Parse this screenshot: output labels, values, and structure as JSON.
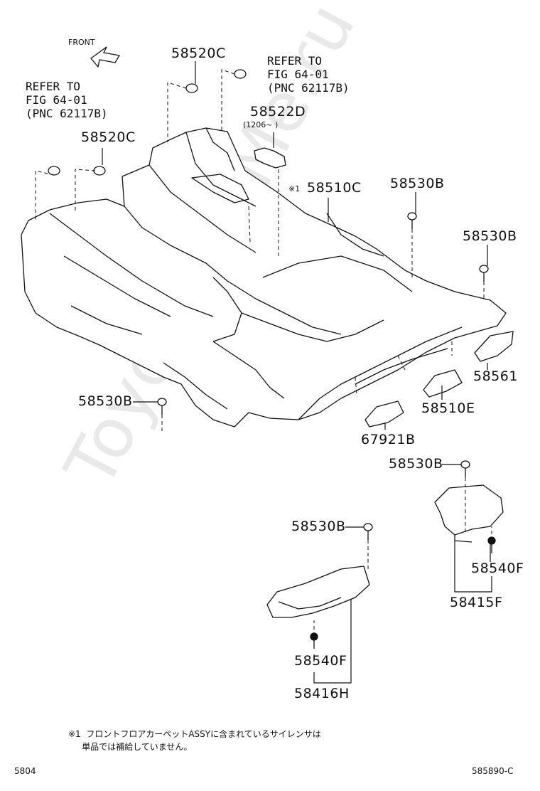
{
  "watermark": "ToyotaCarMe.ru",
  "front_label": "FRONT",
  "refer_left": "REFER TO\nFIG 64-01\n(PNC 62117B)",
  "refer_right": "REFER TO\nFIG 64-01\n(PNC 62117B)",
  "parts": {
    "p58520c_top": "58520C",
    "p58520c_left": "58520C",
    "p58522d": "58522D",
    "p58522d_range": "(1206~     )",
    "p58510c_mark": "※1",
    "p58510c": "58510C",
    "p58530b_a": "58530B",
    "p58530b_b": "58530B",
    "p58530b_left": "58530B",
    "p58561": "58561",
    "p58510e": "58510E",
    "p67921b": "67921B",
    "p58530b_c": "58530B",
    "p58530b_d": "58530B",
    "p58540f_right": "58540F",
    "p58415f": "58415F",
    "p58540f_left": "58540F",
    "p58416h": "58416H"
  },
  "footnote": "※1  フロントフロアカーペットASSYに含まれているサイレンサは\n     単品では補給していません。",
  "page_number": "5804",
  "figure_code": "585890-C"
}
